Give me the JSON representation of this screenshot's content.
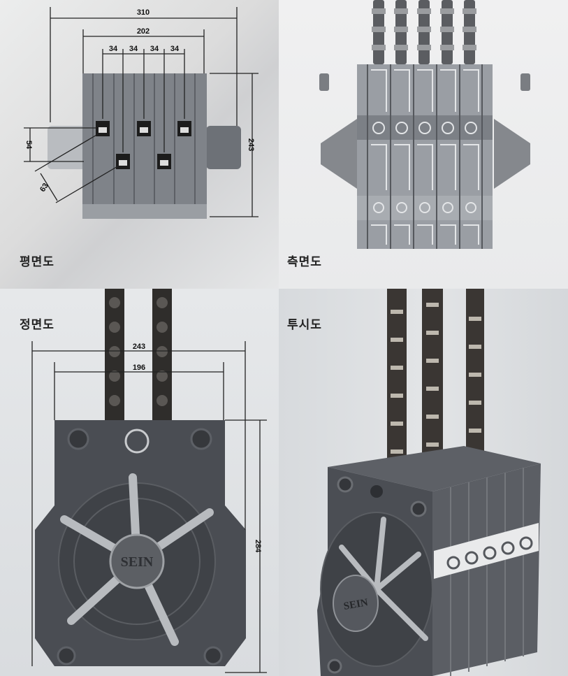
{
  "views": {
    "plan": {
      "label": "평면도",
      "dimensions": {
        "overall_width": "310",
        "body_width": "202",
        "pitch_1": "34",
        "pitch_2": "34",
        "pitch_3": "34",
        "pitch_4": "34",
        "offset_vertical": "54",
        "offset_diagonal": "63",
        "height": "243"
      },
      "chain_slots": 5
    },
    "side": {
      "label": "측면도",
      "chain_count": 5
    },
    "front": {
      "label": "정면도",
      "logo": "SEIN",
      "dimensions": {
        "overall_width": "243",
        "inner_width": "196",
        "height": "284"
      }
    },
    "perspective": {
      "label": "투시도",
      "logo": "SEIN",
      "chain_count": 3
    }
  },
  "colors": {
    "body_dark": "#4a4d53",
    "body_side": "#8c9096",
    "chain": "#3a3633",
    "dimension_line": "#222222"
  }
}
